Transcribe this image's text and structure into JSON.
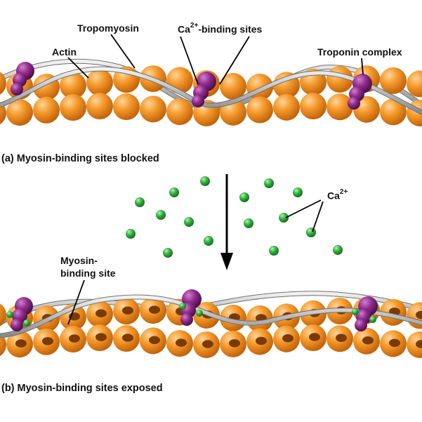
{
  "labels": {
    "tropomyosin": "Tropomyosin",
    "actin": "Actin",
    "ca_binding_prefix": "Ca",
    "ca_binding_sup": "2+",
    "ca_binding_suffix": "-binding sites",
    "troponin_complex": "Troponin complex",
    "ca_ion_base": "Ca",
    "ca_ion_sup": "2+",
    "myosin_binding_site_line1": "Myosin-",
    "myosin_binding_site_line2": "binding site"
  },
  "captions": {
    "a": "(a) Myosin-binding sites blocked",
    "b": "(b) Myosin-binding sites exposed"
  },
  "colors": {
    "actin": "#f08a1c",
    "actin_dark": "#b85a06",
    "troponin": "#8a2a86",
    "tropomyosin": "#c9c9c9",
    "calcium": "#2faa3c",
    "line": "#000000"
  },
  "icons": {
    "arrow": "down-arrow-icon"
  }
}
